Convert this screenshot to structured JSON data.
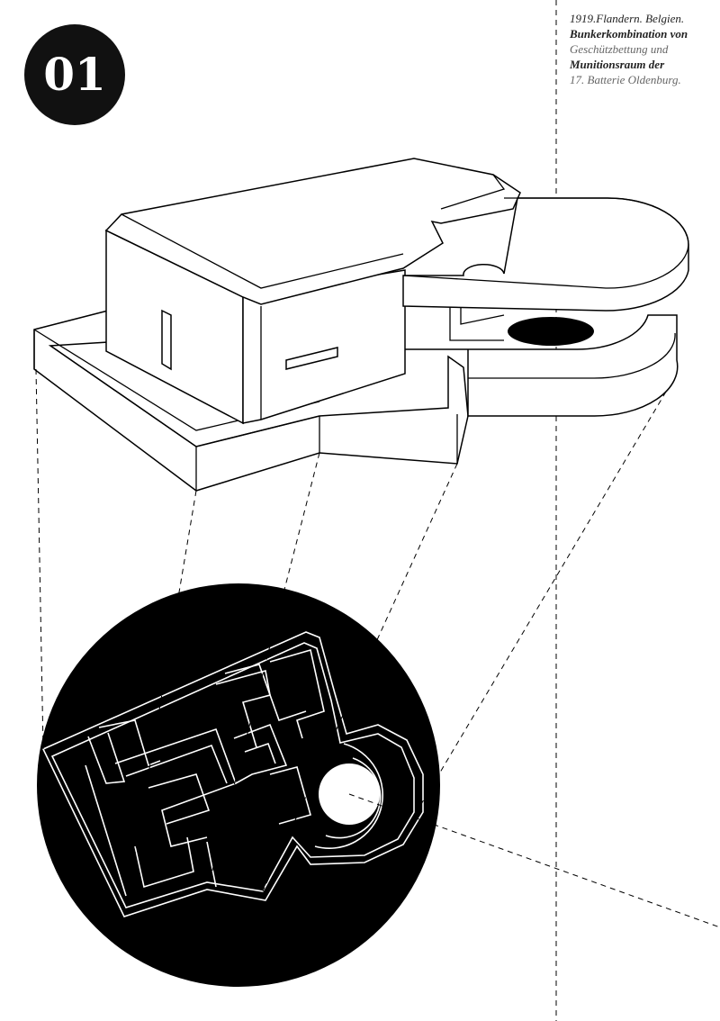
{
  "badge": {
    "number": "01"
  },
  "caption": {
    "line1": "1919.Flandern. Belgien.",
    "line2": "Bunkerkombination von",
    "line3": "Geschützbettung und",
    "line4": "Munitionsraum der",
    "line5": "17. Batterie Oldenburg."
  },
  "colors": {
    "ink": "#000000",
    "paper": "#ffffff"
  }
}
